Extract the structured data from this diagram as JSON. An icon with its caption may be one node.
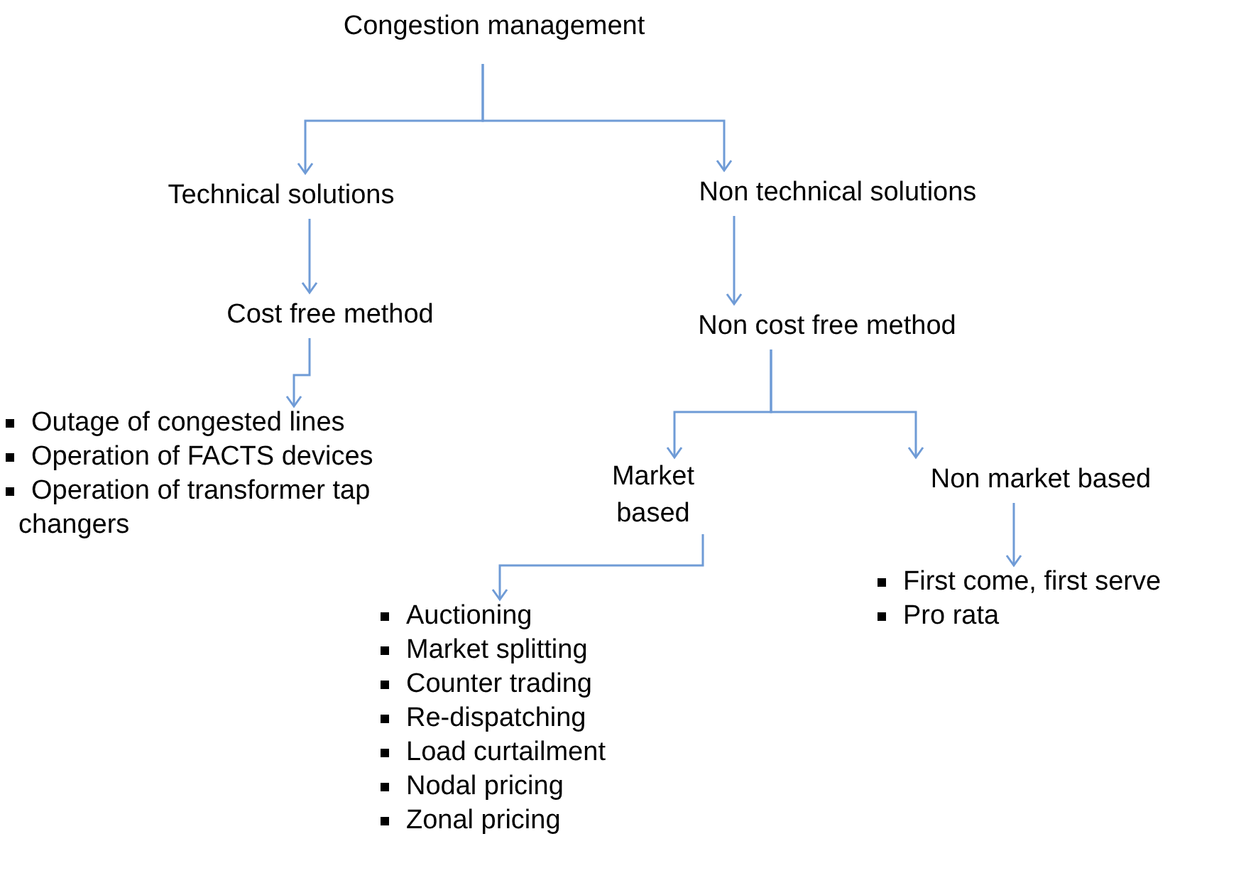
{
  "diagram": {
    "nodes": [
      {
        "text": [
          "Congestion management"
        ]
      },
      {
        "text": [
          "Technical solutions"
        ]
      },
      {
        "text": [
          "Non technical solutions"
        ]
      },
      {
        "text": [
          "Cost free method"
        ]
      },
      {
        "text": [
          "Non cost free method"
        ]
      },
      {
        "text": [
          "Outage of congested lines",
          "Operation of FACTS devices",
          "Operation of transformer tap changers"
        ]
      },
      {
        "text": [
          "Market based"
        ]
      },
      {
        "text": [
          "Non market based"
        ]
      },
      {
        "text": [
          "Auctioning",
          "Market splitting",
          "Counter trading",
          "Re-dispatching",
          "Load curtailment",
          "Nodal pricing",
          "Zonal pricing"
        ]
      },
      {
        "text": [
          "First come, first serve",
          "Pro rata"
        ]
      }
    ],
    "edges": [
      {
        "from": 0,
        "to": 1,
        "arrow": "to"
      },
      {
        "from": 0,
        "to": 2,
        "arrow": "to"
      },
      {
        "from": 1,
        "to": 3,
        "arrow": "to"
      },
      {
        "from": 2,
        "to": 4,
        "arrow": "to"
      },
      {
        "from": 3,
        "to": 5,
        "arrow": "to"
      },
      {
        "from": 4,
        "to": 6,
        "arrow": "to"
      },
      {
        "from": 4,
        "to": 7,
        "arrow": "to"
      },
      {
        "from": 6,
        "to": 8,
        "arrow": "to"
      },
      {
        "from": 7,
        "to": 9,
        "arrow": "to"
      }
    ]
  }
}
